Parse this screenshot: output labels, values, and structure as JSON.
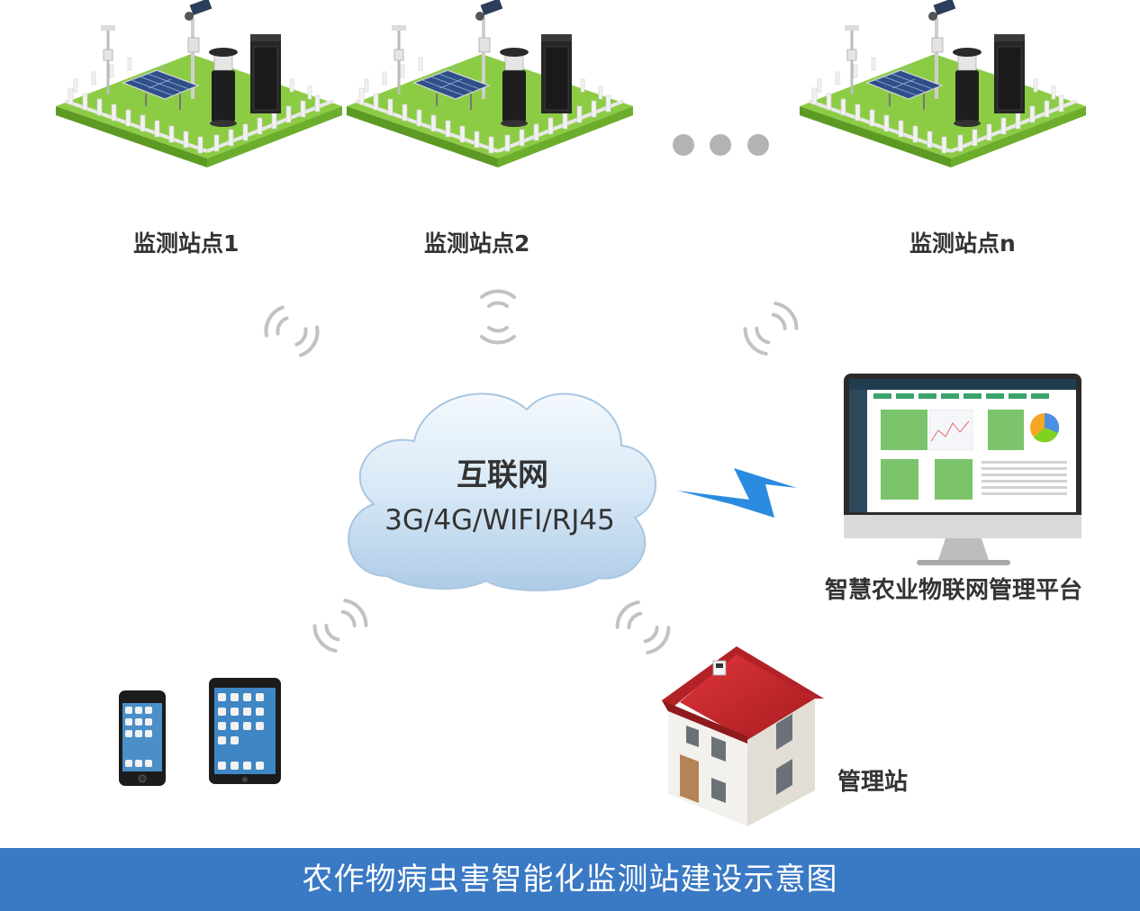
{
  "stations": [
    {
      "label": "监测站点1"
    },
    {
      "label": "监测站点2"
    },
    {
      "label": "监测站点n"
    }
  ],
  "cloud": {
    "title": "互联网",
    "subtitle": "3G/4G/WIFI/RJ45"
  },
  "platform": {
    "label": "智慧农业物联网管理平台"
  },
  "management_station": {
    "label": "管理站"
  },
  "footer": {
    "title": "农作物病虫害智能化监测站建设示意图"
  },
  "colors": {
    "footer_bg": "#3a79c4",
    "grass": "#7dc23a",
    "roof": "#c5262b",
    "signal": "#bbbbbb",
    "lightning": "#2a8be0",
    "cloud": "#c9dff1"
  }
}
